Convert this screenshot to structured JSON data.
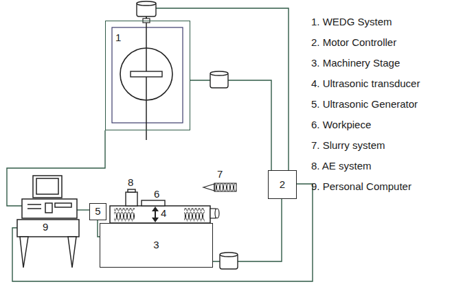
{
  "diagram": {
    "nodes": [
      {
        "text": [
          "1"
        ]
      },
      {
        "text": [
          "2"
        ]
      },
      {
        "text": [
          "5"
        ]
      },
      {
        "text": [
          "3"
        ]
      }
    ],
    "edges": [
      {
        "from": 0,
        "to": 1,
        "arrow": "none"
      },
      {
        "from": 0,
        "to": 1,
        "arrow": "none"
      },
      {
        "from": 3,
        "to": 1,
        "arrow": "none"
      }
    ],
    "labels": [
      "8",
      "6",
      "4",
      "7",
      "9",
      "1. WEDG System",
      "2. Motor Controller",
      "3. Machinery Stage",
      "4. Ultrasonic transducer",
      "5. Ultrasonic Generator",
      "6. Workpiece",
      "7. Slurry system",
      "8. AE system",
      "9. Personal Computer"
    ]
  }
}
